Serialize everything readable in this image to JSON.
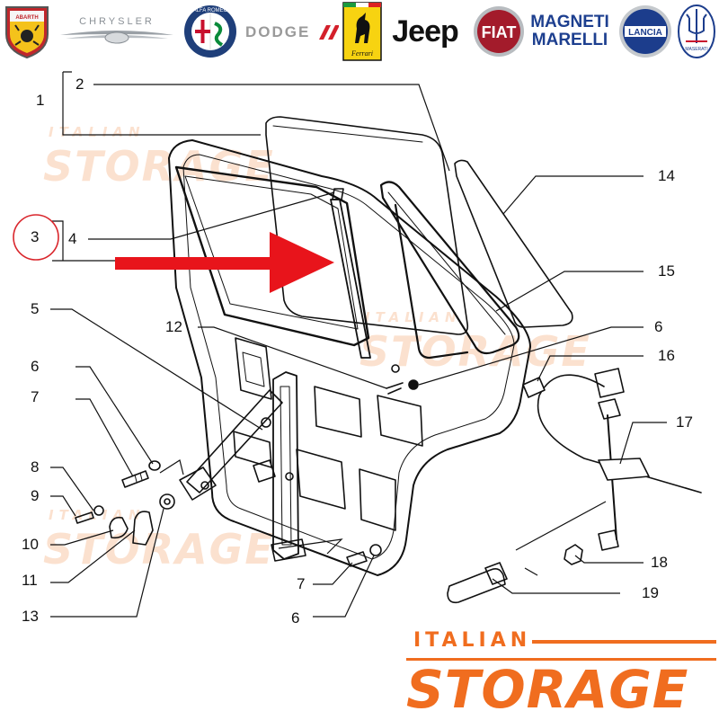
{
  "brand_logos": [
    {
      "name": "Abarth",
      "label": "ABARTH"
    },
    {
      "name": "Chrysler",
      "label": "CHRYSLER"
    },
    {
      "name": "Alfa Romeo",
      "label": "ALFA ROMEO"
    },
    {
      "name": "Dodge",
      "label": "DODGE"
    },
    {
      "name": "Ferrari",
      "label": "Ferrari"
    },
    {
      "name": "Jeep",
      "label": "Jeep"
    },
    {
      "name": "Fiat",
      "label": "FIAT"
    },
    {
      "name": "Magneti Marelli",
      "label_line1": "MAGNETI",
      "label_line2": "MARELLI"
    },
    {
      "name": "Lancia",
      "label": "LANCIA"
    },
    {
      "name": "Maserati",
      "label": "MASERATI"
    }
  ],
  "callouts": [
    "1",
    "2",
    "3",
    "4",
    "5",
    "6",
    "6",
    "6",
    "7",
    "7",
    "8",
    "9",
    "10",
    "11",
    "12",
    "13",
    "14",
    "15",
    "16",
    "17",
    "18",
    "19"
  ],
  "watermark": {
    "top": "ITALIAN",
    "main": "STORAGE"
  },
  "footer_brand": {
    "top": "ITALIAN",
    "main": "STORAGE"
  },
  "colors": {
    "brand_orange": "#f06d1f",
    "arrow_red": "#e8141b",
    "highlight_circle": "#d9262c",
    "line": "#111111"
  }
}
